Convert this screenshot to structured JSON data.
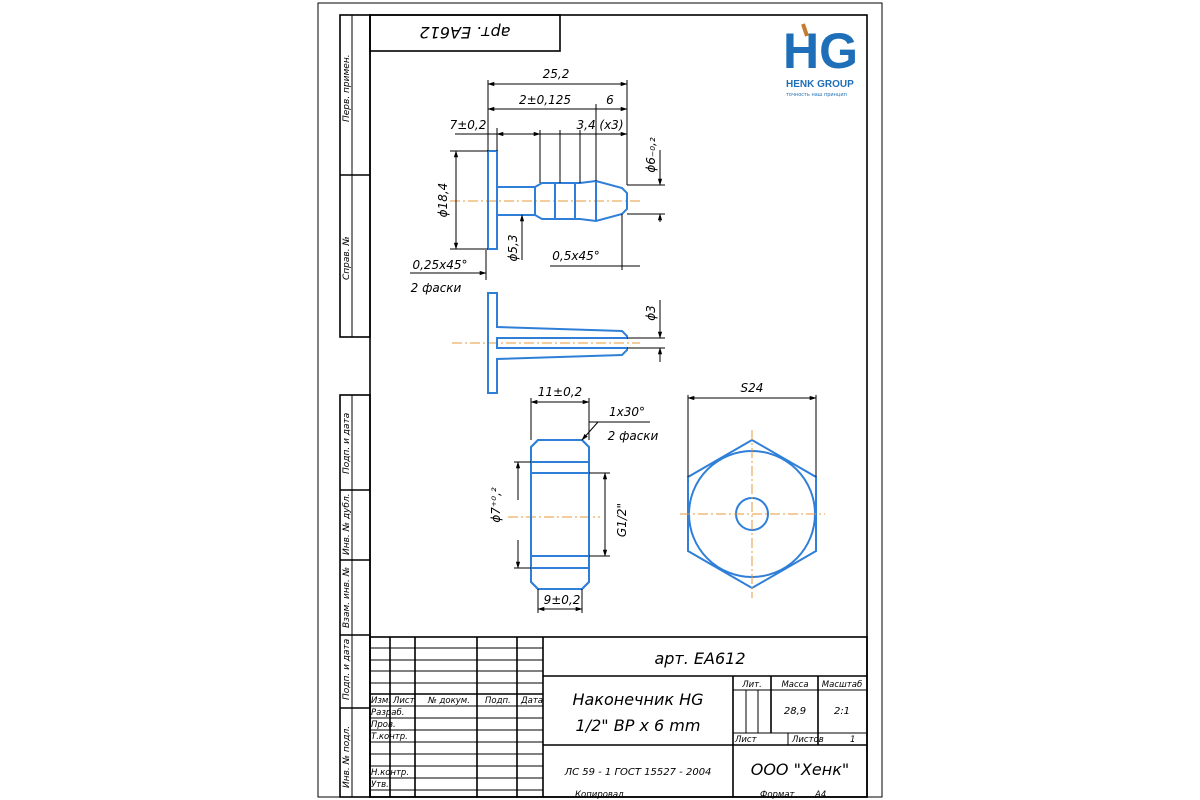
{
  "article_top_mirrored": "арт. ЕА612",
  "logo": {
    "letters": "HG",
    "name": "HENK GROUP",
    "slogan": "точность наш принцип",
    "colors": {
      "h": "#1f6fb8",
      "g": "#1f6fb8",
      "accent": "#c77b2f"
    }
  },
  "side_labels": {
    "perv_primen": "Перв. примен.",
    "sprav_no": "Справ. №",
    "podp_data_1": "Подп. и дата",
    "inv_dubl": "Инв. № дубл.",
    "vzam_inv": "Взам. инв. №",
    "podp_data_2": "Подп. и дата",
    "inv_podl": "Инв. № подл."
  },
  "dimensions": {
    "overall_length": "25,2",
    "step": "2±0,125",
    "tip": "6",
    "flange": "7±0,2",
    "rib_pitch": "3,4 (x3)",
    "tip_dia": "ϕ6₋₀,₂",
    "flange_dia": "ϕ18,4",
    "bore_dia": "ϕ5,3",
    "chamfer_small": "0,25x45°",
    "chamfers_2": "2 фаски",
    "chamfer_tip": "0,5x45°",
    "inner_dia": "ϕ3",
    "nut_length": "11±0,2",
    "nut_chamfer": "1x30°",
    "nut_chamfers": "2 фаски",
    "hole_dia": "ϕ7⁺⁰,²",
    "thread": "G1/2\"",
    "nut_inner": "9±0,2",
    "hex_size": "S24"
  },
  "title_block": {
    "article": "арт. ЕА612",
    "name_line1": "Наконечник HG",
    "name_line2": "1/2\" ВР x 6 mm",
    "material": "ЛС 59 - 1 ГОСТ 15527 - 2004",
    "company": "ООО \"Хенк\"",
    "lit": "Лит.",
    "massa": "Масса",
    "masshtab": "Масштаб",
    "mass_value": "28,9",
    "scale_value": "2:1",
    "list": "Лист",
    "listov": "Листов",
    "listov_value": "1",
    "col_izm": "Изм.",
    "col_list": "Лист",
    "col_docum": "№ докум.",
    "col_podp": "Подп.",
    "col_data": "Дата",
    "row_razrab": "Разраб.",
    "row_prov": "Пров.",
    "row_tkontr": "Т.контр.",
    "row_nkontr": "Н.контр.",
    "row_utv": "Утв.",
    "kopiroval": "Копировал",
    "format": "Формат",
    "format_value": "А4"
  }
}
